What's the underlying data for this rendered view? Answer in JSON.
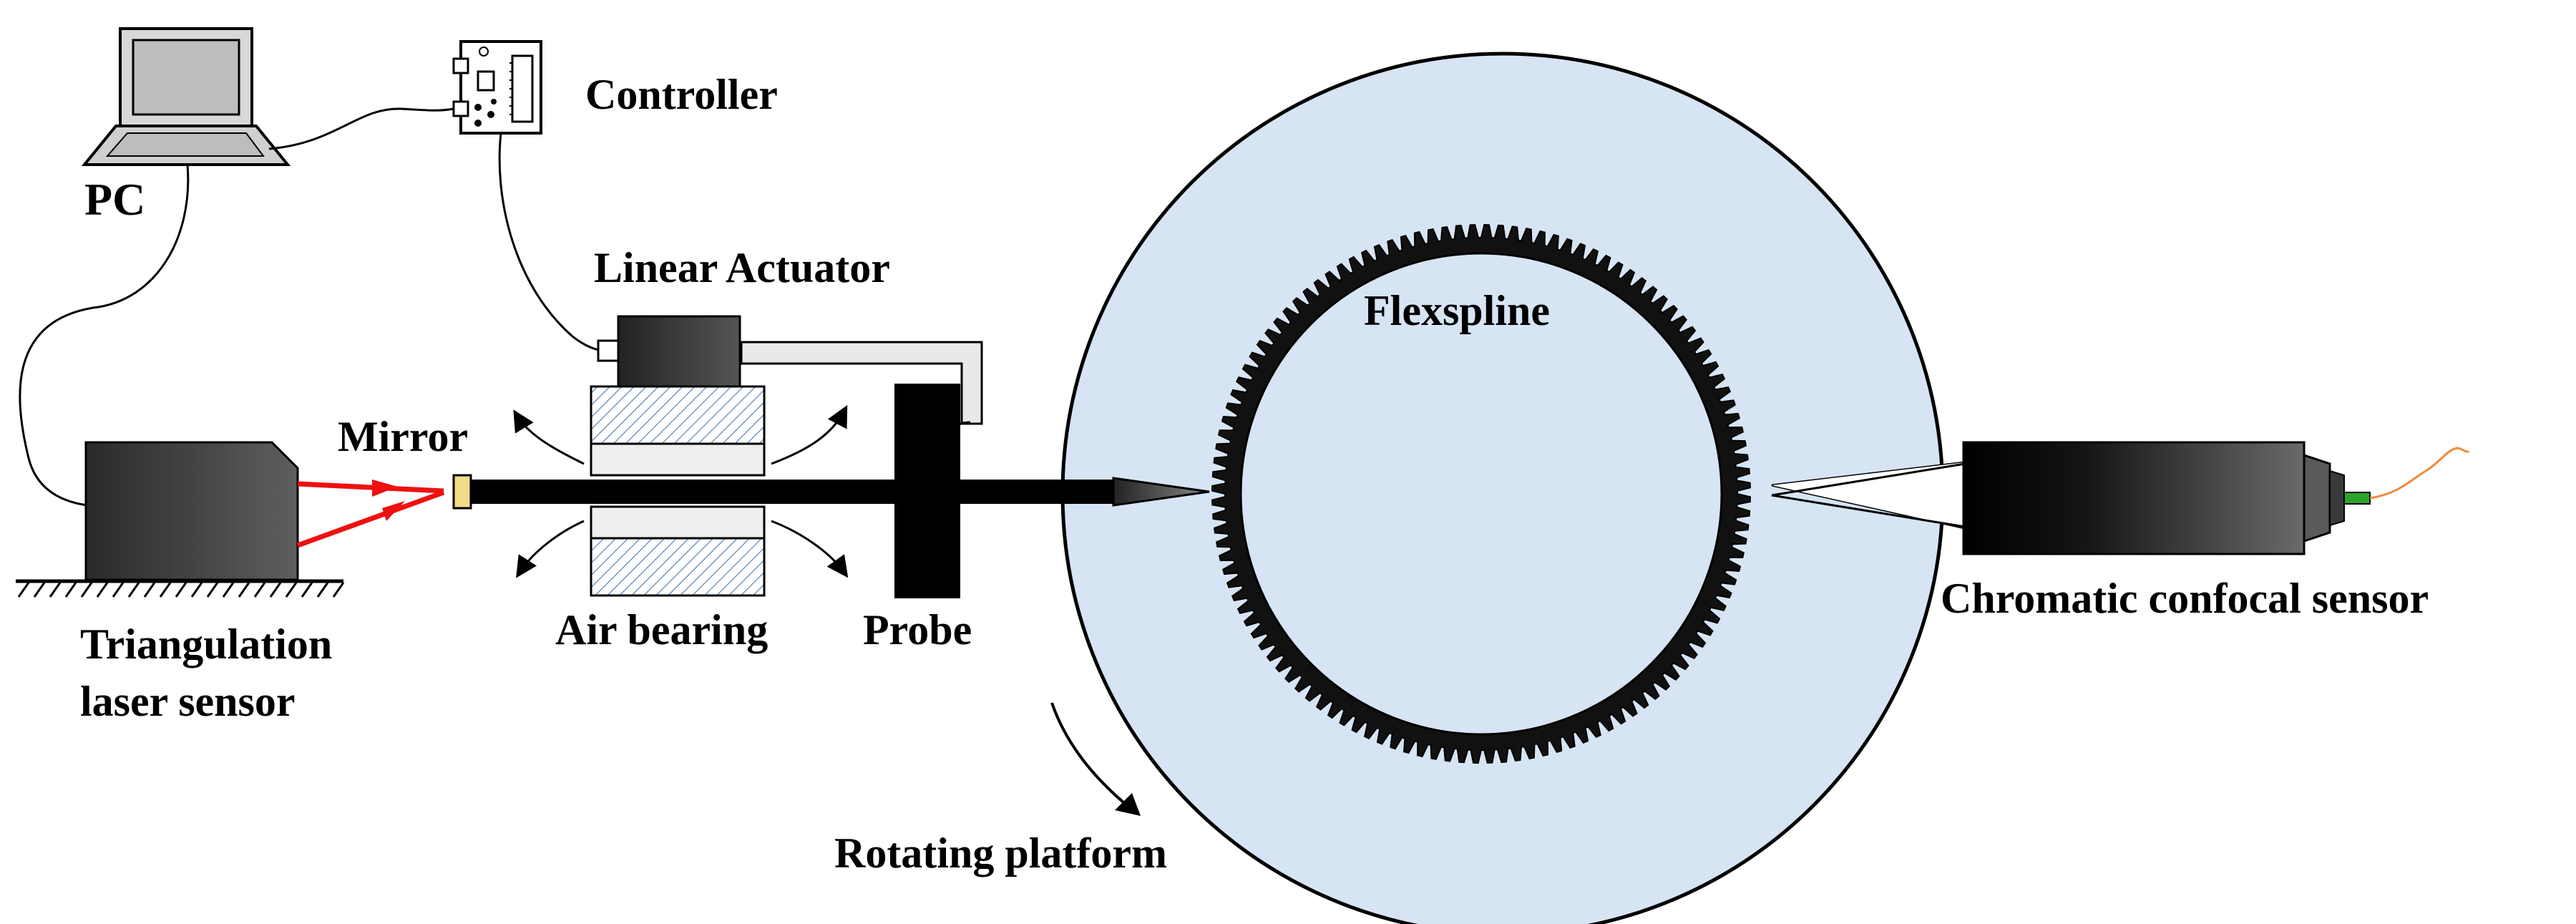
{
  "labels": {
    "pc": "PC",
    "controller": "Controller",
    "linear_actuator": "Linear Actuator",
    "mirror": "Mirror",
    "flexspline": "Flexspline",
    "triangulation_line1": "Triangulation",
    "triangulation_line2": "laser sensor",
    "air_bearing": "Air bearing",
    "probe": "Probe",
    "chromatic_sensor": "Chromatic confocal sensor",
    "rotating_platform": "Rotating platform"
  },
  "colors": {
    "platform_fill": "#d6e4f4",
    "laser_beam": "#ee1111",
    "optical_fiber": "#f08a3a",
    "fiber_connector": "#2aa52a",
    "mirror_fill": "#f2dc8a",
    "bearing_hatch": "#3a6fb0"
  },
  "flexspline": {
    "tooth_count": 120
  }
}
